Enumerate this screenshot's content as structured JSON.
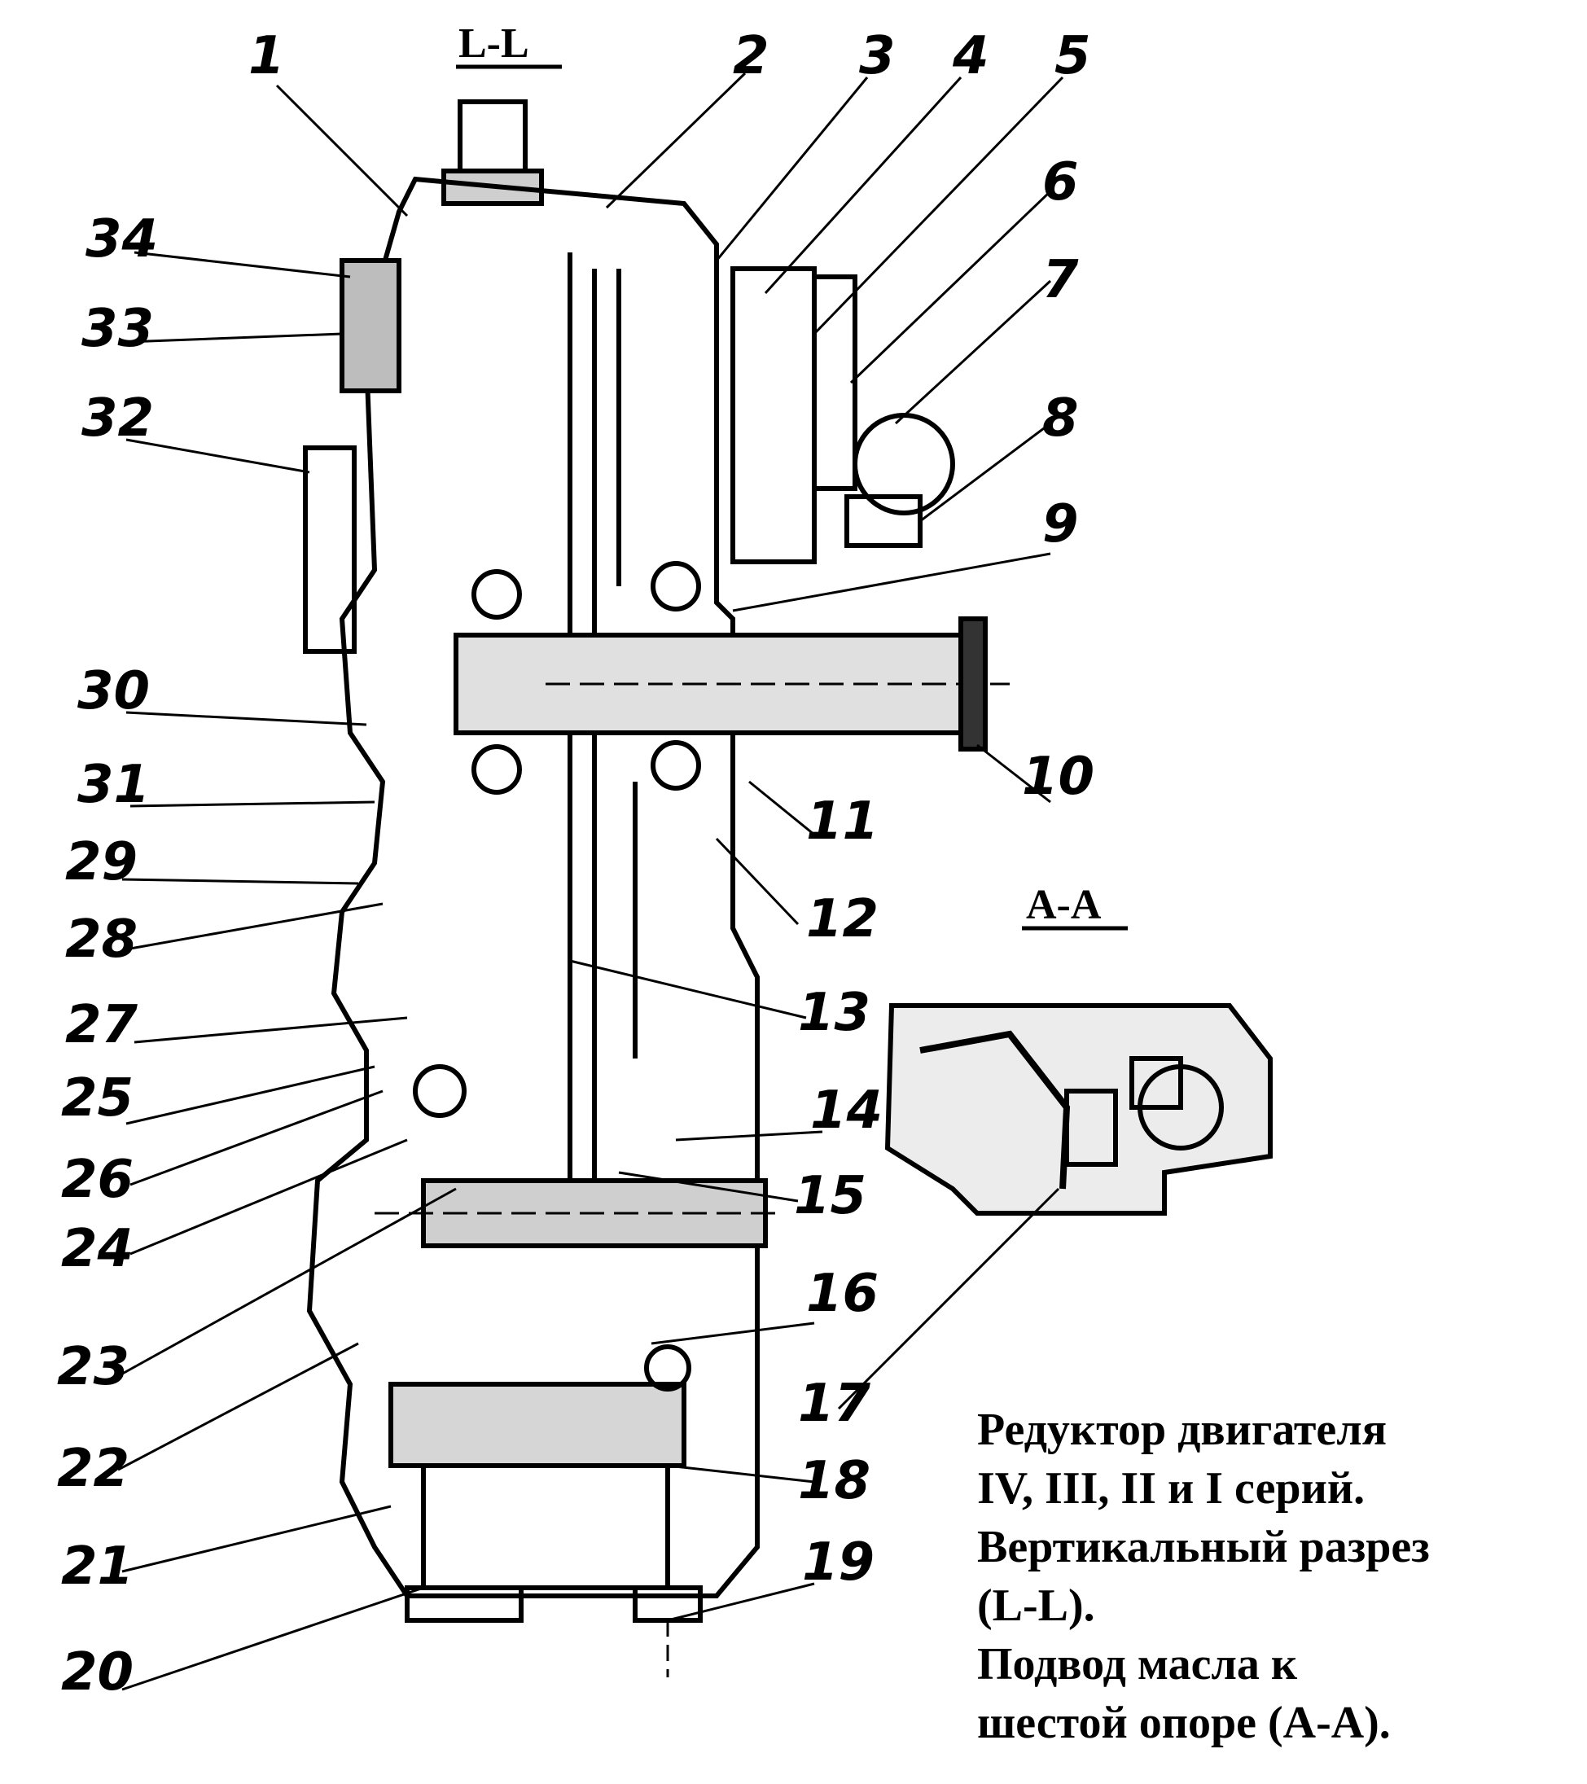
{
  "section_labels": {
    "ll": "L-L",
    "aa": "A-A"
  },
  "callouts": [
    "1",
    "2",
    "3",
    "4",
    "5",
    "6",
    "7",
    "8",
    "9",
    "10",
    "11",
    "12",
    "13",
    "14",
    "15",
    "16",
    "17",
    "18",
    "19",
    "20",
    "21",
    "22",
    "23",
    "24",
    "25",
    "26",
    "27",
    "28",
    "29",
    "30",
    "31",
    "32",
    "33",
    "34"
  ],
  "caption": [
    "Редуктор двигателя",
    "IV, III, II и I серий.",
    "Вертикальный разрез",
    "(L-L).",
    "Подвод масла к",
    "шестой опоре (A-A)."
  ]
}
